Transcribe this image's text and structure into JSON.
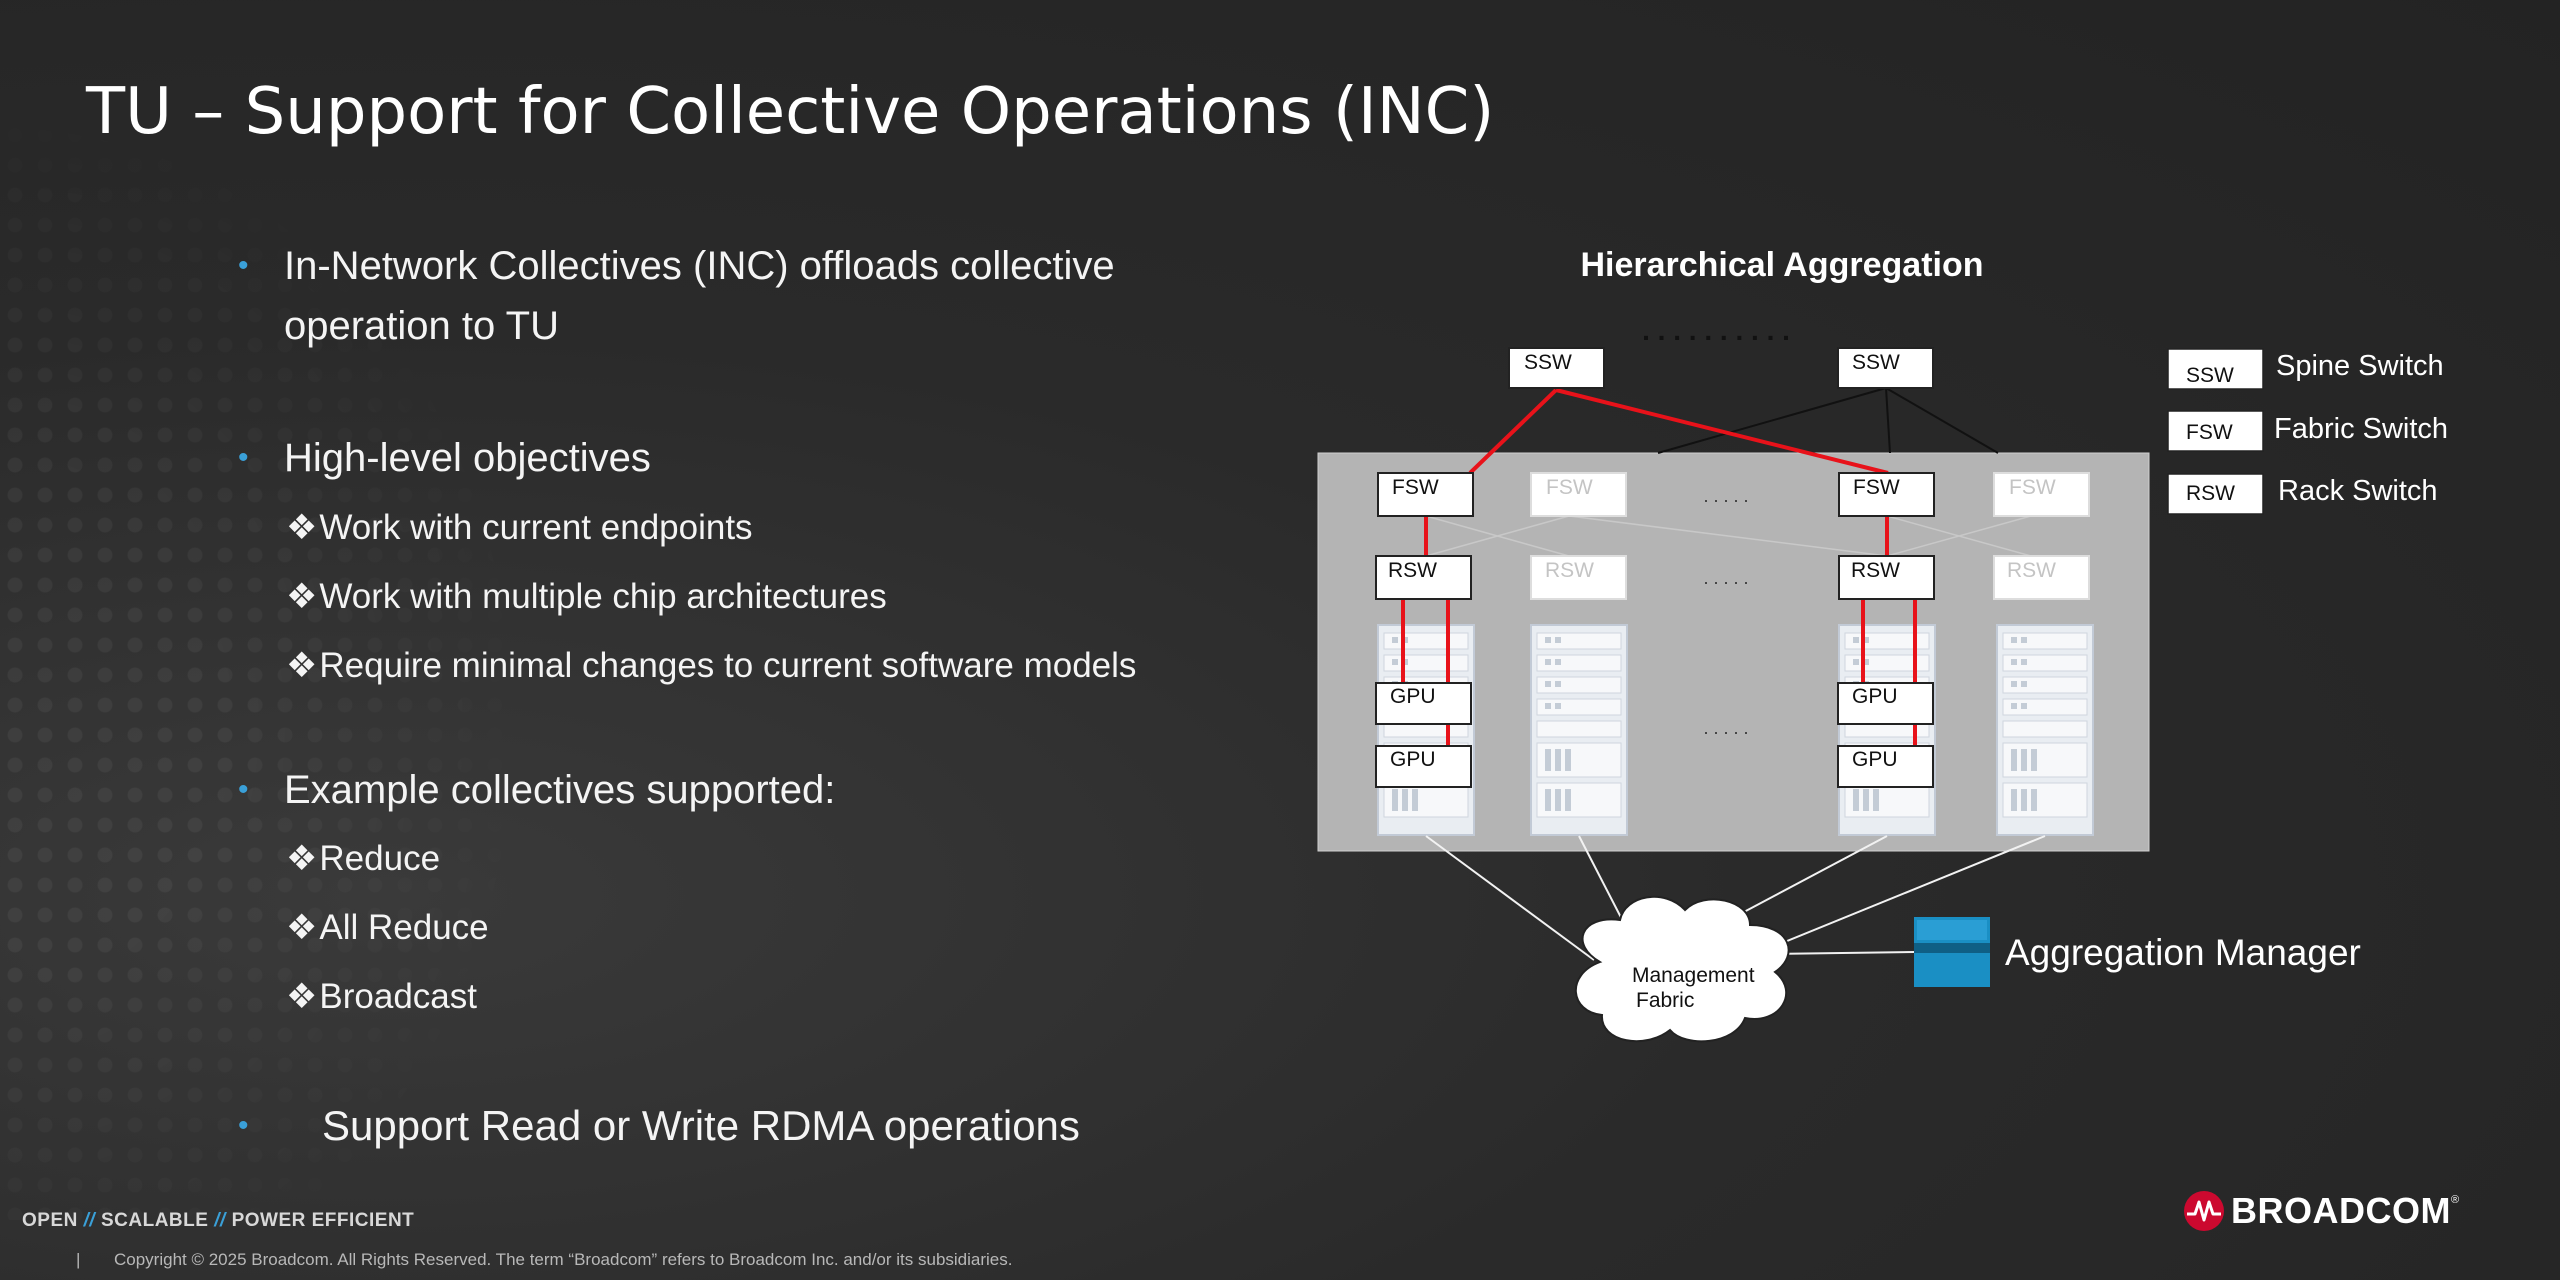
{
  "title": "TU – Support for Collective Operations (INC)",
  "bullets": [
    {
      "text_line1": "In-Network Collectives (INC) offloads collective",
      "text_line2": "operation to TU"
    },
    {
      "text": "High-level objectives",
      "subs": [
        "Work with current endpoints",
        "Work with multiple chip architectures",
        "Require minimal changes to current software models"
      ]
    },
    {
      "text": "Example collectives supported:",
      "subs": [
        "Reduce",
        "All Reduce",
        "Broadcast"
      ]
    },
    {
      "text": "Support Read or Write RDMA operations"
    }
  ],
  "diagram": {
    "title": "Hierarchical Aggregation",
    "ssw": "SSW",
    "fsw": "FSW",
    "rsw": "RSW",
    "gpu": "GPU",
    "dots": ". . . . .",
    "top_dots": ". . . . . . . . . .",
    "cloud_line1": "Management",
    "cloud_line2": "Fabric",
    "aggregation_manager": "Aggregation Manager",
    "legend": [
      {
        "abbr": "SSW",
        "label": "Spine Switch"
      },
      {
        "abbr": "FSW",
        "label": "Fabric Switch"
      },
      {
        "abbr": "RSW",
        "label": "Rack Switch"
      }
    ],
    "colors": {
      "link": "#e8121a",
      "panel": "#b4b4b4",
      "manager": "#1a8fc4"
    }
  },
  "footer": {
    "tagline_open": "OPEN",
    "tagline_scalable": "SCALABLE",
    "tagline_power": "POWER EFFICIENT",
    "separator": "//",
    "copyright": "Copyright © 2025 Broadcom.  All Rights Reserved. The term “Broadcom” refers to Broadcom Inc. and/or its subsidiaries.",
    "bar": "|",
    "logo": "BROADCOM",
    "logo_tm": "®"
  }
}
